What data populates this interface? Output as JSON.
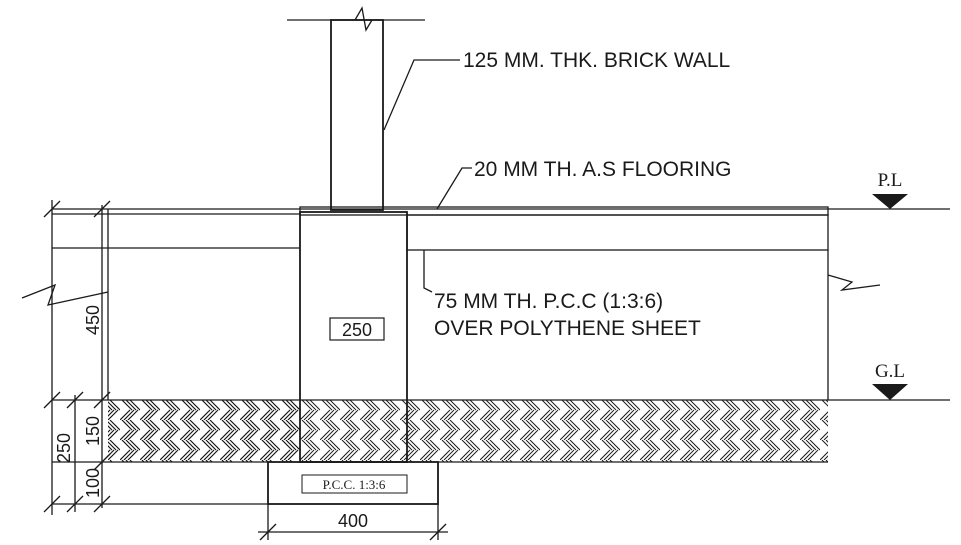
{
  "labels": {
    "brick_wall": "125 MM. THK. BRICK WALL",
    "flooring": "20 MM TH. A.S FLOORING",
    "pcc_line1": "75 MM TH. P.C.C (1:3:6)",
    "pcc_line2": "OVER POLYTHENE SHEET",
    "footing_pcc": "P.C.C. 1:3:6"
  },
  "levels": {
    "plinth": "P.L",
    "ground": "G.L"
  },
  "dimensions": {
    "plinth_height": "450",
    "foundation_total": "250",
    "upper_layer": "150",
    "lower_layer": "100",
    "wall_width": "250",
    "footing_width": "400"
  },
  "colors": {
    "ink": "#1a1a1a",
    "background": "#ffffff"
  }
}
